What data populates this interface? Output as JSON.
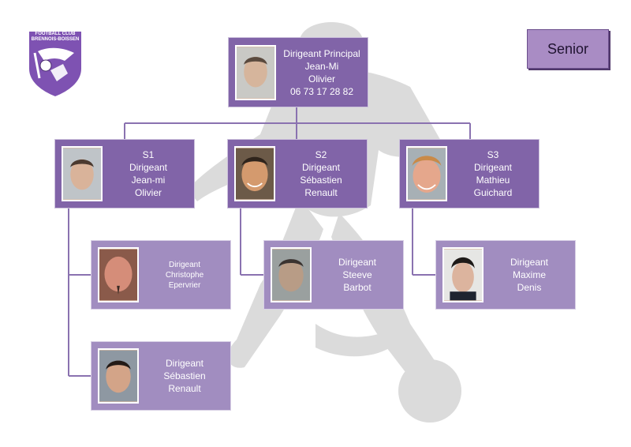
{
  "club": {
    "logo_line1": "FOOTBALL CLUB",
    "logo_line2": "BRENNOIS-BOISSEN"
  },
  "category_label": "Senior",
  "colors": {
    "card_dark": "#8164a8",
    "card_light": "#a18dc0",
    "connector": "#8a72b0",
    "silhouette": "#c8c8c8"
  },
  "principal": {
    "lines": [
      "Dirigeant Principal",
      "Jean-Mi",
      "Olivier",
      "06 73 17 28 82"
    ],
    "photo_icon": "person-photo"
  },
  "sections": [
    {
      "lines": [
        "S1",
        "Dirigeant",
        "Jean-mi",
        "Olivier"
      ],
      "members": [
        {
          "lines": [
            "Dirigeant",
            "Christophe",
            "Epervrier"
          ]
        },
        {
          "lines": [
            "Dirigeant",
            "Sébastien",
            "Renault"
          ]
        }
      ]
    },
    {
      "lines": [
        "S2",
        "Dirigeant",
        "Sébastien",
        "Renault"
      ],
      "members": [
        {
          "lines": [
            "Dirigeant",
            "Steeve",
            "Barbot"
          ]
        }
      ]
    },
    {
      "lines": [
        "S3",
        "Dirigeant",
        "Mathieu",
        "Guichard"
      ],
      "members": [
        {
          "lines": [
            "Dirigeant",
            "Maxime",
            "Denis"
          ]
        }
      ]
    }
  ]
}
